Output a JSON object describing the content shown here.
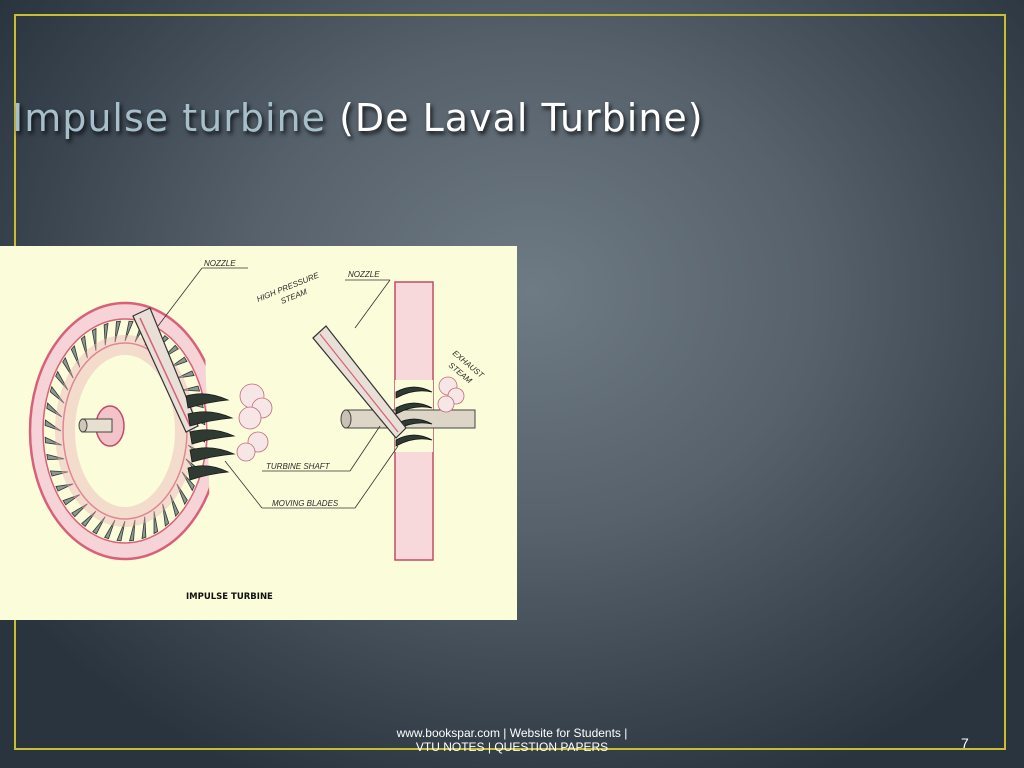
{
  "slide": {
    "title_main": "Impulse turbine",
    "title_sub": "(De Laval Turbine)",
    "figure": {
      "labels": {
        "nozzle_left": "NOZZLE",
        "high_pressure_1": "HIGH PRESSURE",
        "high_pressure_2": "STEAM",
        "nozzle_right": "NOZZLE",
        "exhaust_1": "EXHAUST",
        "exhaust_2": "STEAM",
        "turbine_shaft": "TURBINE SHAFT",
        "moving_blades": "MOVING BLADES"
      },
      "caption": "IMPULSE TURBINE"
    },
    "footer_line1": "www.bookspar.com | Website for Students |",
    "footer_line2": "VTU NOTES | QUESTION PAPERS",
    "slide_number": "7"
  },
  "colors": {
    "frame": "#c7be32",
    "title_main": "#a6bfca",
    "figure_bg": "#fbfcd9",
    "wheel": "#d9607a"
  }
}
